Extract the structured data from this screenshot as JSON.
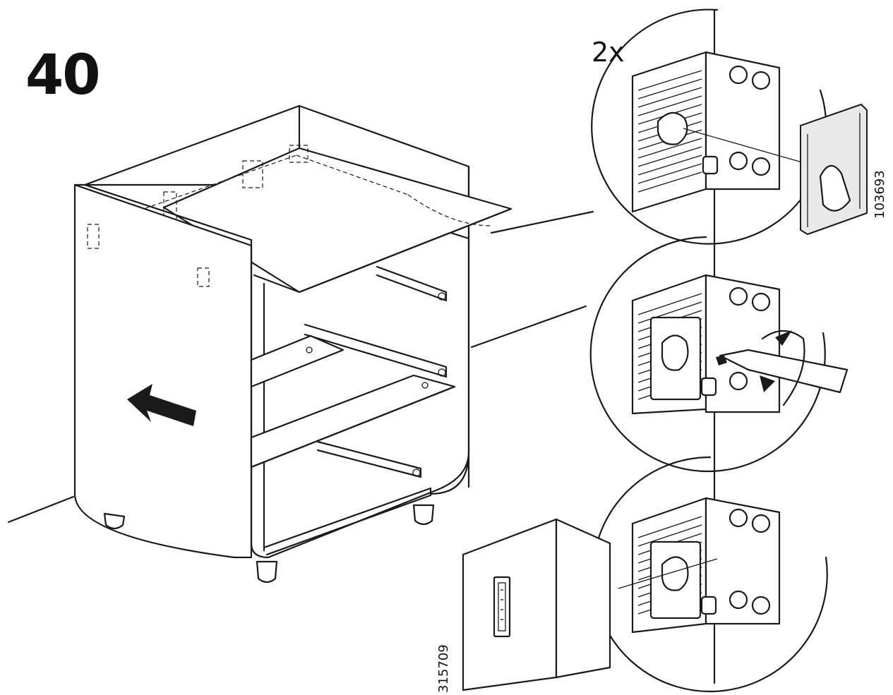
{
  "step": {
    "number": "40"
  },
  "callout": {
    "quantity": "2x"
  },
  "part_numbers": {
    "bracket": "103693",
    "panel": "315709"
  }
}
